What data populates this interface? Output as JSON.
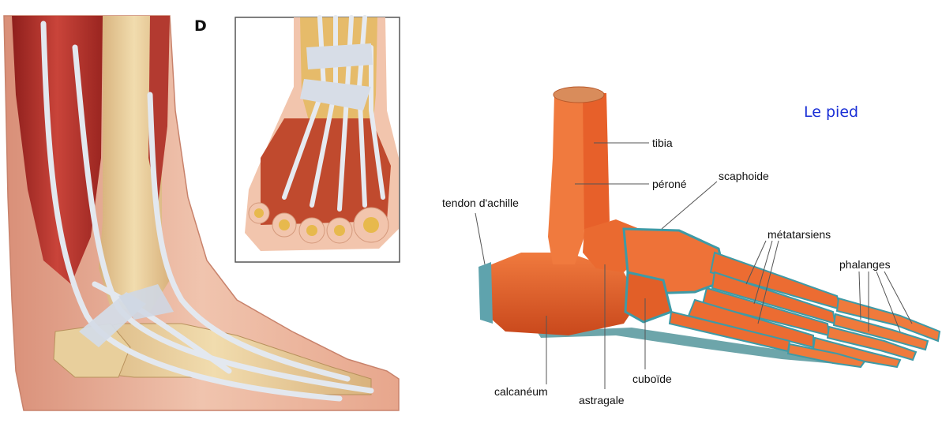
{
  "left_panel": {
    "inset_letter": "D"
  },
  "right_panel": {
    "title": "Le pied",
    "title_color": "#1a2fd6",
    "labels": {
      "tibia": "tibia",
      "perone": "péroné",
      "scaphoide": "scaphoide",
      "tendon": "tendon d'achille",
      "metatarsiens": "métatarsiens",
      "phalanges": "phalanges",
      "calcaneum": "calcanéum",
      "astragale": "astragale",
      "cuboide": "cuboïde"
    }
  },
  "colors": {
    "skin": "#e9b39b",
    "bone": "#e2c48c",
    "muscle": "#b8322c",
    "tendon": "#dfe4ec",
    "bone_orange": "#e8622a",
    "cartilage": "#3e9aa6"
  }
}
